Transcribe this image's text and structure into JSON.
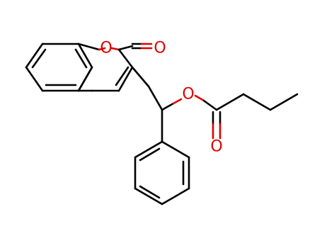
{
  "molecule": {
    "atoms": {
      "ring_oxygen": "O",
      "carbonyl_oxygen_lactone": "O",
      "ester_oxygen": "O",
      "carbonyl_oxygen_ester": "O"
    },
    "colors": {
      "bond": "#000000",
      "heteroatom": "#e00000",
      "background": "#ffffff"
    }
  }
}
